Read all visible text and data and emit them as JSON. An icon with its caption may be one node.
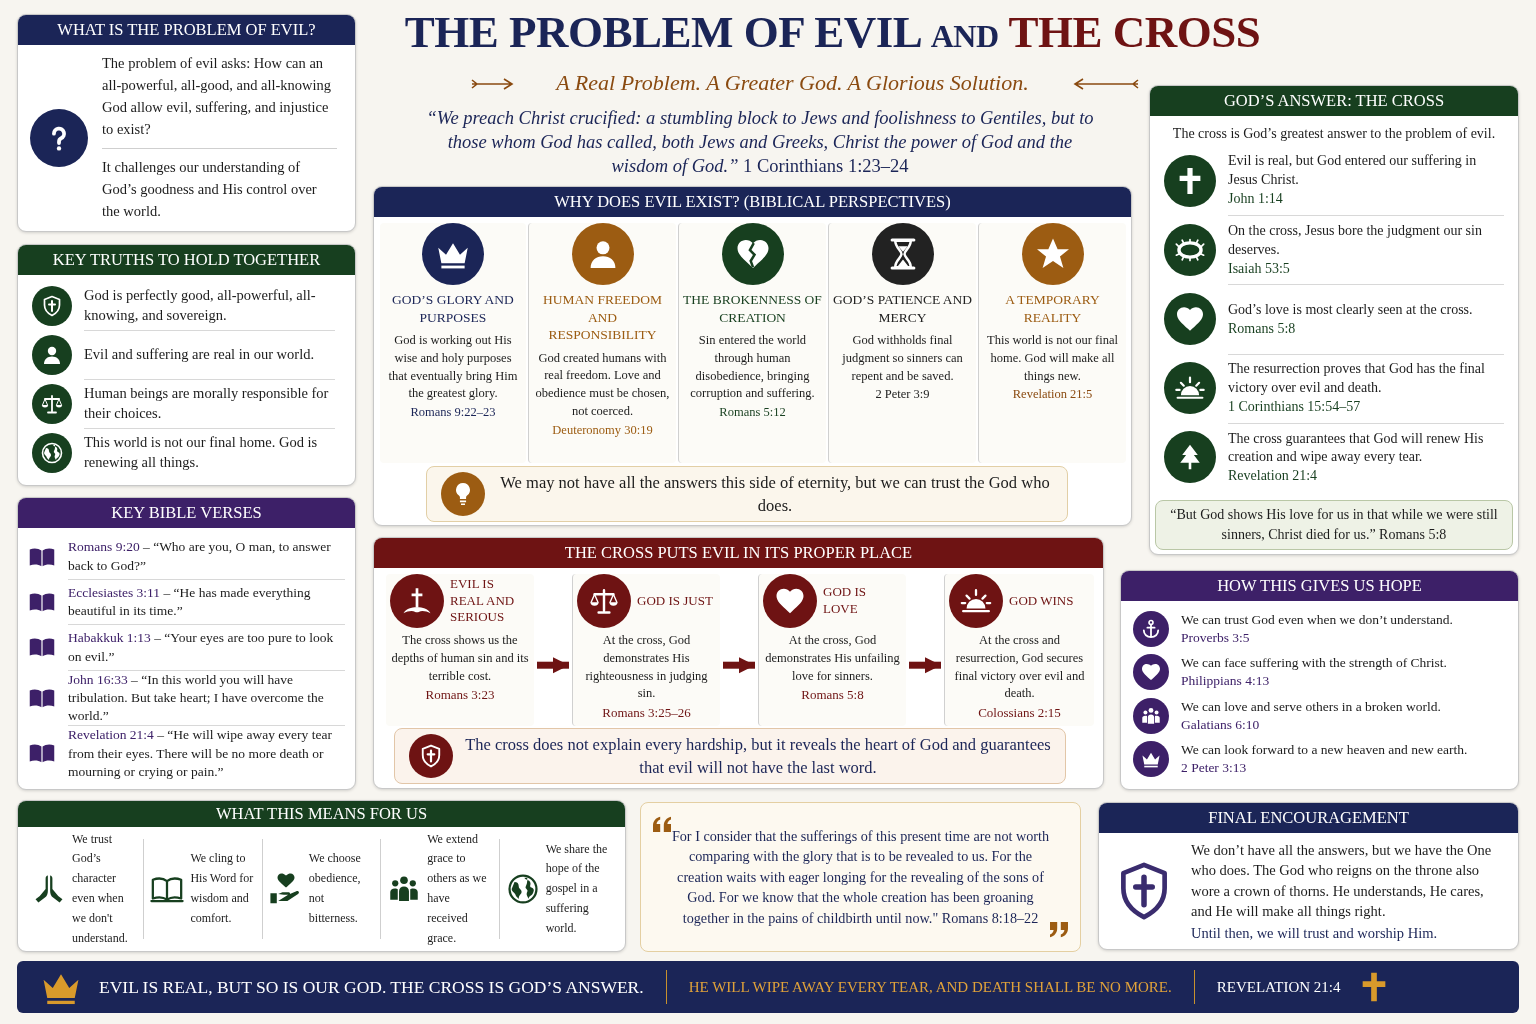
{
  "diagram": {
    "title": "THE PROBLEM OF EVIL AND THE CROSS",
    "nodes": [
      {
        "text": [
          "WHAT IS THE PROBLEM OF EVIL?",
          "The problem of evil asks: How can an all-powerful, all-good, and all-knowing God allow evil, suffering, and injustice to exist?",
          "It challenges our understanding of God’s goodness and His control over the world."
        ]
      },
      {
        "text": [
          "KEY TRUTHS TO HOLD TOGETHER",
          "God is perfectly good, all-powerful, all-knowing, and sovereign.",
          "Evil and suffering are real in our world.",
          "Human beings are morally responsible for their choices.",
          "This world is not our final home. God is renewing all things."
        ]
      },
      {
        "text": [
          "KEY BIBLE VERSES",
          "**Romans 9:20** – “Who are you, O man, to answer back to God?”",
          "**Ecclesiastes 3:11** – “He has made everything beautiful in its time.”",
          "**Habakkuk 1:13** – “Your eyes are too pure to look on evil.”",
          "**John 16:33** – “In this world you will have tribulation. But take heart; I have overcome the world.”",
          "**Revelation 21:4** – “He will wipe away every tear from their eyes. There will be no more death or mourning or crying or pain.”"
        ]
      },
      {
        "text": [
          "WHY DOES EVIL EXIST? (BIBLICAL PERSPECTIVES)"
        ]
      },
      {
        "text": [
          "GOD’S GLORY AND PURPOSES",
          "God is working out His wise and holy purposes that eventually bring Him the greatest glory.",
          "Romans 9:22–23"
        ],
        "in": 3
      },
      {
        "text": [
          "HUMAN FREEDOM AND RESPONSIBILITY",
          "God created humans with real freedom. Love and obedience must be chosen, not coerced.",
          "Deuteronomy 30:19"
        ],
        "in": 3
      },
      {
        "text": [
          "THE BROKENNESS OF CREATION",
          "Sin entered the world through human disobedience, bringing corruption and suffering.",
          "Romans 5:12"
        ],
        "in": 3
      },
      {
        "text": [
          "GOD’S PATIENCE AND MERCY",
          "God withholds final judgment so sinners can repent and be saved.",
          "2 Peter 3:9"
        ],
        "in": 3
      },
      {
        "text": [
          "A TEMPORARY REALITY",
          "This world is not our final home. God will make all things new.",
          "Revelation 21:5"
        ],
        "in": 3
      },
      {
        "text": [
          "We may not have all the answers this side of eternity, but we can trust the God who does."
        ],
        "in": 3
      },
      {
        "text": [
          "THE CROSS PUTS EVIL IN ITS PROPER PLACE"
        ]
      },
      {
        "text": [
          "EVIL IS REAL AND SERIOUS",
          "The cross shows us the depths of human sin and its terrible cost.",
          "Romans 3:23"
        ],
        "in": 10
      },
      {
        "text": [
          "GOD IS JUST",
          "At the cross, God demonstrates His righteousness in judging sin.",
          "Romans 3:25–26"
        ],
        "in": 10
      },
      {
        "text": [
          "GOD IS LOVE",
          "At the cross, God demonstrates His unfailing love for sinners.",
          "Romans 5:8"
        ],
        "in": 10
      },
      {
        "text": [
          "GOD WINS",
          "At the cross and resurrection, God secures final victory over evil and death.",
          "Colossians 2:15"
        ],
        "in": 10
      },
      {
        "text": [
          "The cross does not explain every hardship, but it reveals the heart of God and guarantees that evil will not have the last word."
        ],
        "in": 10
      },
      {
        "text": [
          "GOD’S ANSWER: THE CROSS",
          "The cross is God’s greatest answer to the problem of evil.",
          "Evil is real, but God entered our suffering in Jesus Christ.",
          "John 1:14",
          "On the cross, Jesus bore the judgment our sin deserves.",
          "Isaiah 53:5",
          "God’s love is most clearly seen at the cross.",
          "Romans 5:8",
          "The resurrection proves that God has the final victory over evil and death.",
          "1 Corinthians 15:54–57",
          "The cross guarantees that God will renew His creation and wipe away every tear.",
          "Revelation 21:4"
        ]
      },
      {
        "text": [
          "“But God shows His love for us in that while we were still sinners, Christ died for us.” Romans 5:8"
        ],
        "in": 16
      },
      {
        "text": [
          "HOW THIS GIVES US HOPE",
          "We can trust God even when we don’t understand.",
          "Proverbs 3:5",
          "We can face suffering with the strength of Christ.",
          "Philippians 4:13",
          "We can love and serve others in a broken world.",
          "Galatians 6:10",
          "We can look forward to a new heaven and new earth.",
          "2 Peter 3:13"
        ]
      },
      {
        "text": [
          "WHAT THIS MEANS FOR US",
          "We trust God’s character even when we don't understand.",
          "We cling to His Word for wisdom and comfort.",
          "We choose obedience, not bitterness.",
          "We extend grace to others as we have received grace.",
          "We share the hope of the gospel in a suffering world."
        ]
      },
      {
        "text": [
          "For I consider that the sufferings of this present time are not worth comparing with the glory that is to be revealed to us. For the creation waits with eager longing for the revealing of the sons of God. For we know that the whole creation has been groaning together in the pains of childbirth until now.\" Romans 8:18–22"
        ]
      },
      {
        "text": [
          "FINAL ENCOURAGEMENT",
          "We don’t have all the answers, but we have the One who does. The God who reigns on the throne also wore a crown of thorns. He understands, He cares, and He will make all things right.",
          "Until then, we will trust and worship Him."
        ]
      },
      {
        "text": [
          "EVIL IS REAL, BUT SO IS OUR GOD. THE CROSS IS GOD’S ANSWER.",
          "HE WILL WIPE AWAY EVERY TEAR, AND DEATH SHALL BE NO MORE.",
          "REVELATION 21:4"
        ]
      }
    ],
    "edges": [
      {
        "from": 11,
        "to": 12,
        "arrow": "to"
      },
      {
        "from": 12,
        "to": 13,
        "arrow": "to"
      },
      {
        "from": 13,
        "to": 14,
        "arrow": "to"
      }
    ],
    "labels": [
      "A Real Problem. A Greater God. A Glorious Solution.",
      "*“We preach Christ crucified: a stumbling block to Jews and foolishness to Gentiles, but to those whom God has called, both Jews and Greeks, Christ the power of God and the wisdom of God.”* 1 Corinthians 1:23–24"
    ]
  }
}
